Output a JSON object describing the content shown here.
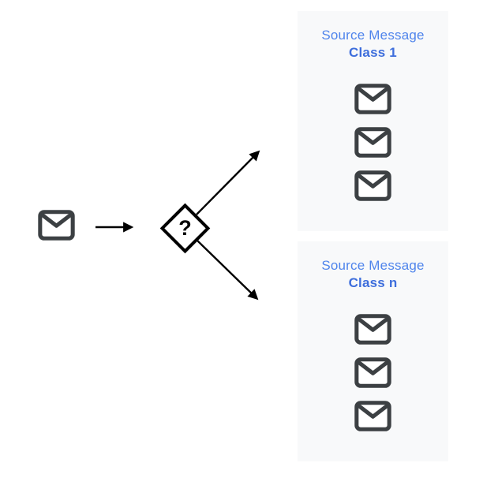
{
  "diagram": {
    "incoming": {
      "icon": "email-icon",
      "count": 1
    },
    "decision": {
      "symbol": "?",
      "icon": "decision-diamond"
    },
    "panels": [
      {
        "title": "Source Message",
        "class_label": "Class 1",
        "message_count": 3
      },
      {
        "title": "Source Message",
        "class_label": "Class n",
        "message_count": 3
      }
    ],
    "icons": {
      "email": "email-icon",
      "decision": "question-mark"
    },
    "colors": {
      "background": "#ffffff",
      "panel_background": "#f8f9fa",
      "title_blue": "#5085ec",
      "class_blue": "#3e6edc",
      "envelope_gray": "#3c4043",
      "connector_black": "#000000"
    }
  }
}
